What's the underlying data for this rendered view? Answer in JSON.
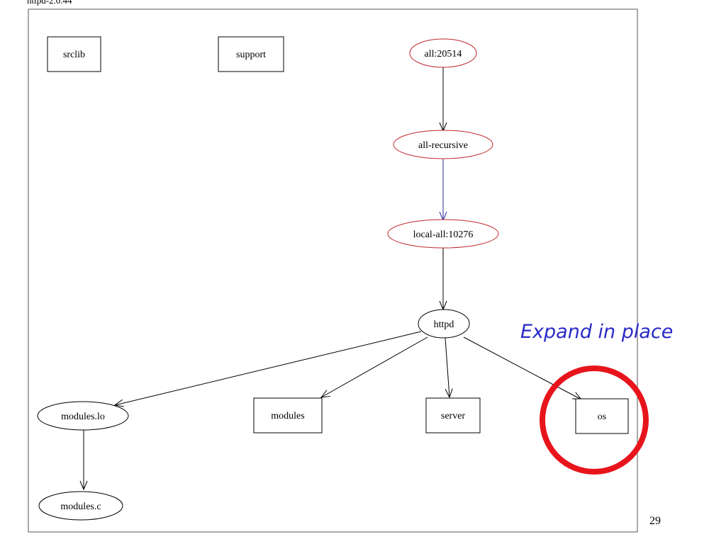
{
  "title": "httpd-2.0.44",
  "page_number": "29",
  "callout": {
    "text": "Expand in place",
    "text_color": "#2a2ac8",
    "circle_color": "#e8141c"
  },
  "colors": {
    "target_outline": "#c0282c",
    "target_edge": "#2a2a9a",
    "default": "#000000"
  },
  "nodes": {
    "srclib": "srclib",
    "support": "support",
    "all": "all:20514",
    "all_recursive": "all-recursive",
    "local_all": "local-all:10276",
    "httpd": "httpd",
    "modules_lo": "modules.lo",
    "modules": "modules",
    "server": "server",
    "os": "os",
    "modules_c": "modules.c"
  }
}
